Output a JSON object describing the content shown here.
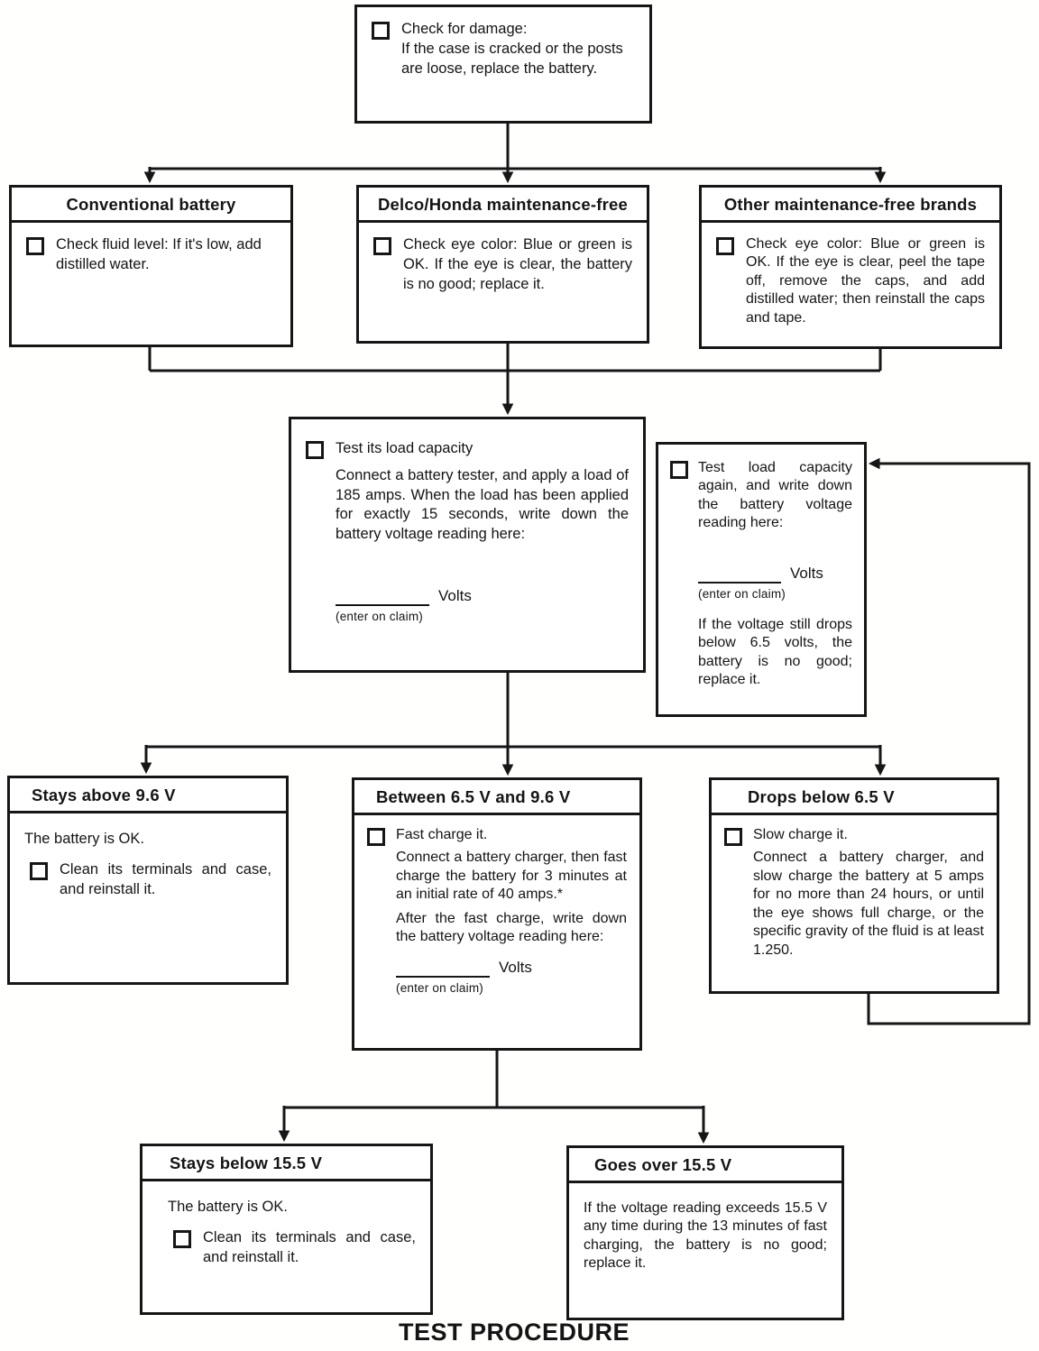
{
  "page_title": "TEST PROCEDURE",
  "colors": {
    "ink": "#161616",
    "paper": "#ffffff"
  },
  "icons": {
    "checkbox": "empty-square-checkbox"
  },
  "boxes": {
    "check_damage": {
      "title": "Check for damage:",
      "body": "If the case is cracked or the posts are loose, replace the battery."
    },
    "conventional": {
      "header": "Conventional battery",
      "item": "Check fluid level: If it's low, add distilled water."
    },
    "delco": {
      "header": "Delco/Honda maintenance-free",
      "item": "Check eye color: Blue or green is OK. If the eye is clear, the battery is no good; replace it."
    },
    "other_brands": {
      "header": "Other maintenance-free brands",
      "item": "Check eye color: Blue or green is OK. If the eye is clear, peel the tape off, remove the caps, and add distilled water; then reinstall the caps and tape."
    },
    "test_load": {
      "title": "Test its load capacity",
      "body": "Connect a battery tester, and apply a load of 185 amps. When the load has been applied for exactly 15 seconds, write down the battery voltage reading here:",
      "volts_label": "Volts",
      "claim_note": "(enter on claim)"
    },
    "test_again": {
      "item": "Test load capacity again, and write down the battery voltage reading here:",
      "volts_label": "Volts",
      "claim_note": "(enter on claim)",
      "note": "If the voltage still drops below 6.5 volts, the battery is no good; replace it."
    },
    "stays_above": {
      "header": "Stays above 9.6 V",
      "status": "The battery is OK.",
      "item": "Clean its terminals and case, and reinstall it."
    },
    "between": {
      "header": "Between 6.5 V and 9.6 V",
      "title": "Fast charge it.",
      "body1": "Connect a battery charger, then fast charge the battery for 3 minutes at an initial rate of 40 amps.*",
      "body2": "After the fast charge, write down the battery voltage reading here:",
      "volts_label": "Volts",
      "claim_note": "(enter on claim)"
    },
    "drops_below": {
      "header": "Drops below 6.5 V",
      "title": "Slow charge it.",
      "body": "Connect a battery charger, and slow charge the battery at 5 amps for no more than 24 hours, or until the eye shows full charge, or the specific gravity of the fluid is at least 1.250."
    },
    "stays_below": {
      "header": "Stays below 15.5 V",
      "status": "The battery is OK.",
      "item": "Clean its terminals and case, and reinstall it."
    },
    "goes_over": {
      "header": "Goes over 15.5 V",
      "body": "If the voltage reading exceeds 15.5 V any time during the 13 minutes of fast charging, the battery is no good; replace it."
    }
  }
}
